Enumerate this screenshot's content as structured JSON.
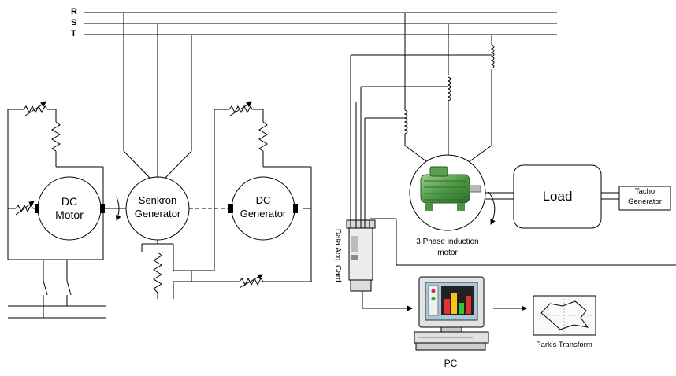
{
  "bus": {
    "r": "R",
    "s": "S",
    "t": "T"
  },
  "dc_motor": {
    "line1": "DC",
    "line2": "Motor"
  },
  "sync_gen": {
    "line1": "Senkron",
    "line2": "Generator"
  },
  "dc_gen": {
    "line1": "DC",
    "line2": "Generator"
  },
  "induction_motor": {
    "line1": "3  Phase induction",
    "line2": "motor"
  },
  "load": {
    "label": "Load"
  },
  "tacho": {
    "line1": "Tacho",
    "line2": "Generator"
  },
  "daq": {
    "label": "Data Acq. Card"
  },
  "pc": {
    "label": "PC"
  },
  "parks": {
    "label": "Park's Transform"
  }
}
